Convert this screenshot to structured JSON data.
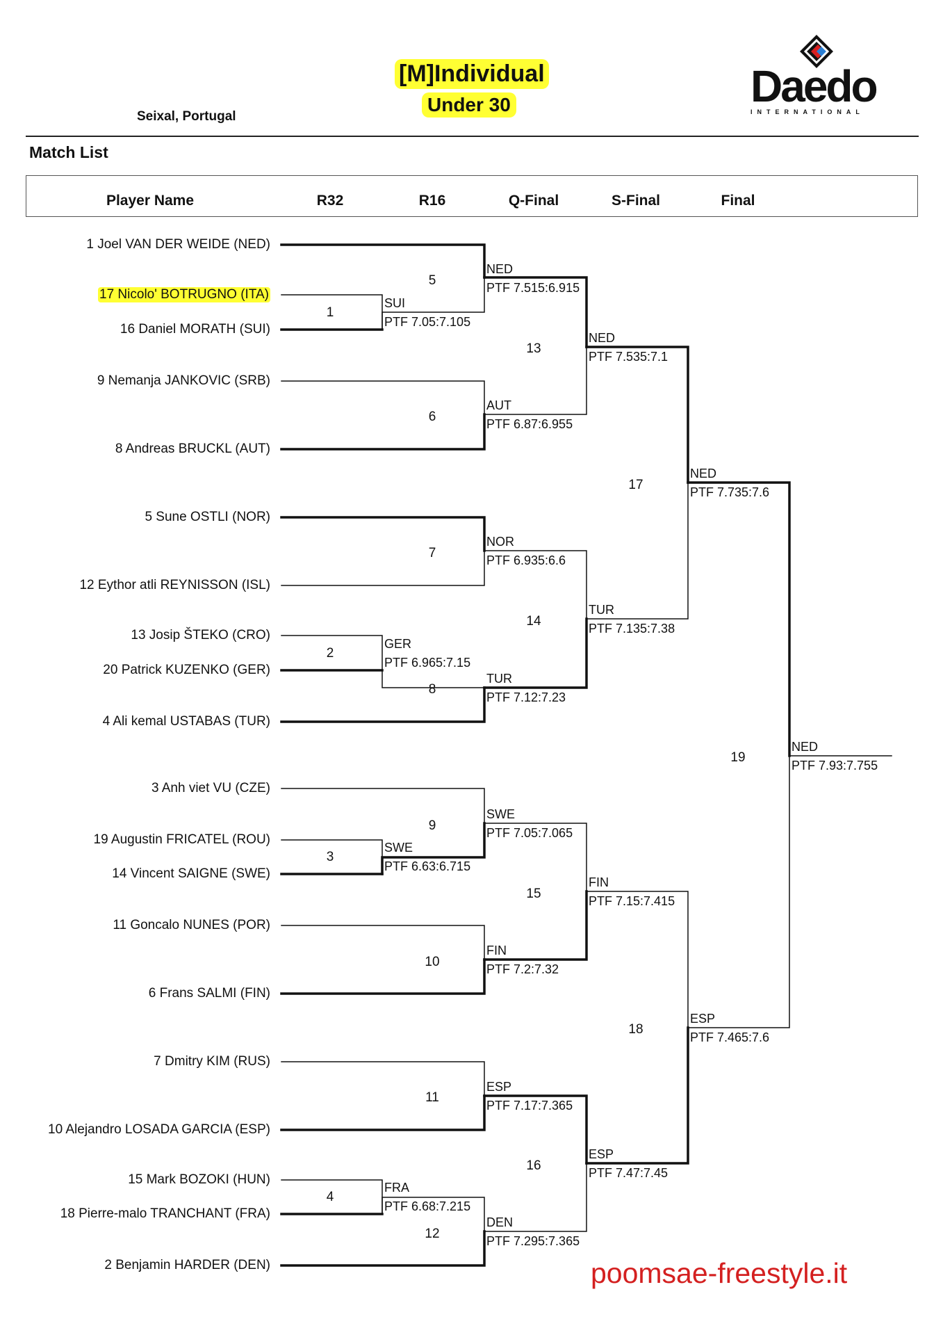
{
  "header": {
    "title": "[M]Individual",
    "subtitle": "Under 30",
    "location": "Seixal, Portugal",
    "section": "Match List",
    "logo": "Daedo",
    "logo_sub": "INTERNATIONAL"
  },
  "columns": [
    "Player Name",
    "R32",
    "R16",
    "Q-Final",
    "S-Final",
    "Final"
  ],
  "players": [
    "1 Joel VAN DER WEIDE (NED)",
    "17 Nicolo' BOTRUGNO (ITA)",
    "16 Daniel MORATH (SUI)",
    "9 Nemanja JANKOVIC (SRB)",
    "8 Andreas BRUCKL (AUT)",
    "5 Sune OSTLI (NOR)",
    "12 Eythor atli REYNISSON (ISL)",
    "13 Josip ŠTEKO (CRO)",
    "20 Patrick KUZENKO (GER)",
    "4 Ali kemal USTABAS (TUR)",
    "3 Anh viet VU (CZE)",
    "19 Augustin FRICATEL (ROU)",
    "14 Vincent SAIGNE (SWE)",
    "11 Goncalo NUNES (POR)",
    "6 Frans SALMI (FIN)",
    "7 Dmitry KIM (RUS)",
    "10 Alejandro LOSADA GARCIA (ESP)",
    "15 Mark BOZOKI (HUN)",
    "18 Pierre-malo TRANCHANT (FRA)",
    "2 Benjamin HARDER (DEN)"
  ],
  "matches": [
    {
      "no": "1",
      "winner": "SUI",
      "score": "PTF 7.05:7.105"
    },
    {
      "no": "2",
      "winner": "GER",
      "score": "PTF 6.965:7.15"
    },
    {
      "no": "3",
      "winner": "SWE",
      "score": "PTF 6.63:6.715"
    },
    {
      "no": "4",
      "winner": "FRA",
      "score": "PTF 6.68:7.215"
    },
    {
      "no": "5",
      "winner": "NED",
      "score": "PTF 7.515:6.915"
    },
    {
      "no": "6",
      "winner": "AUT",
      "score": "PTF 6.87:6.955"
    },
    {
      "no": "7",
      "winner": "NOR",
      "score": "PTF 6.935:6.6"
    },
    {
      "no": "8",
      "winner": "TUR",
      "score": "PTF 7.12:7.23"
    },
    {
      "no": "9",
      "winner": "SWE",
      "score": "PTF 7.05:7.065"
    },
    {
      "no": "10",
      "winner": "FIN",
      "score": "PTF 7.2:7.32"
    },
    {
      "no": "11",
      "winner": "ESP",
      "score": "PTF 7.17:7.365"
    },
    {
      "no": "12",
      "winner": "DEN",
      "score": "PTF 7.295:7.365"
    },
    {
      "no": "13",
      "winner": "NED",
      "score": "PTF 7.535:7.1"
    },
    {
      "no": "14",
      "winner": "TUR",
      "score": "PTF 7.135:7.38"
    },
    {
      "no": "15",
      "winner": "FIN",
      "score": "PTF 7.15:7.415"
    },
    {
      "no": "16",
      "winner": "ESP",
      "score": "PTF 7.47:7.45"
    },
    {
      "no": "17",
      "winner": "NED",
      "score": "PTF 7.735:7.6"
    },
    {
      "no": "18",
      "winner": "ESP",
      "score": "PTF 7.465:7.6"
    },
    {
      "no": "19",
      "winner": "NED",
      "score": "PTF 7.93:7.755"
    }
  ],
  "watermark": "poomsae-freestyle.it"
}
